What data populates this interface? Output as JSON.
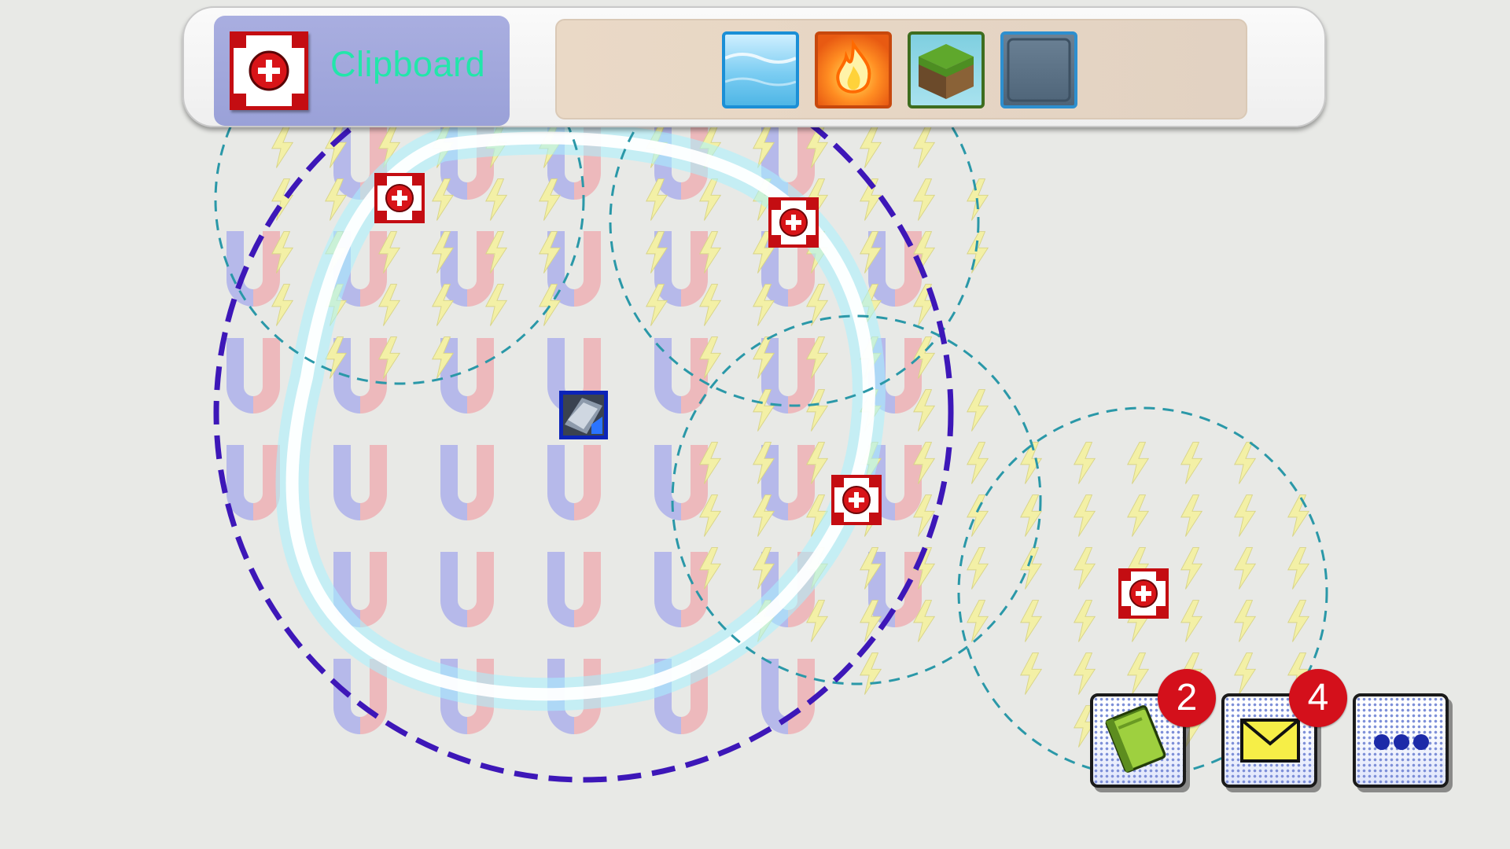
{
  "toolbar": {
    "clipboard_label": "Clipboard",
    "clipboard_icon": "first-aid-icon",
    "tray_items": [
      "water-block-icon",
      "fire-block-icon",
      "grass-block-icon",
      "stone-block-icon"
    ]
  },
  "map_items": {
    "pickups": [
      "first-aid-icon",
      "first-aid-icon",
      "first-aid-icon",
      "first-aid-icon"
    ],
    "player": "player-vehicle-icon",
    "magnet_pattern": "magnet-icon",
    "lightning_pattern": "lightning-icon"
  },
  "buttons": {
    "journal": {
      "icon": "journal-icon",
      "badge": "2"
    },
    "mail": {
      "icon": "mail-icon",
      "badge": "4"
    },
    "more": {
      "icon": "more-icon"
    }
  },
  "colors": {
    "accent": "#22e6aa",
    "badge": "#d4101b",
    "big_ring": "#3d17b8",
    "small_ring": "#2a98a8",
    "first_aid": "#c40d12"
  }
}
